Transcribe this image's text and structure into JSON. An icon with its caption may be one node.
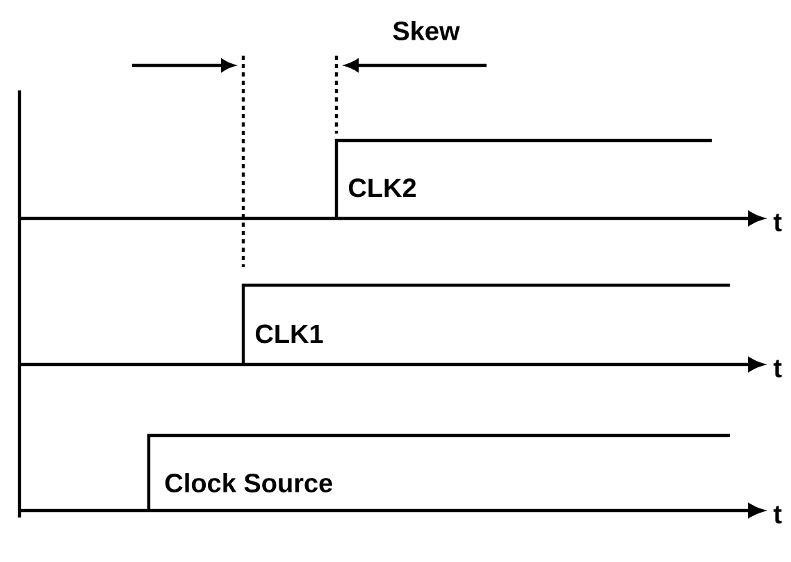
{
  "diagram": {
    "labels": [
      "Skew",
      "CLK2",
      "t",
      "CLK1",
      "t",
      "Clock Source",
      "t"
    ]
  }
}
